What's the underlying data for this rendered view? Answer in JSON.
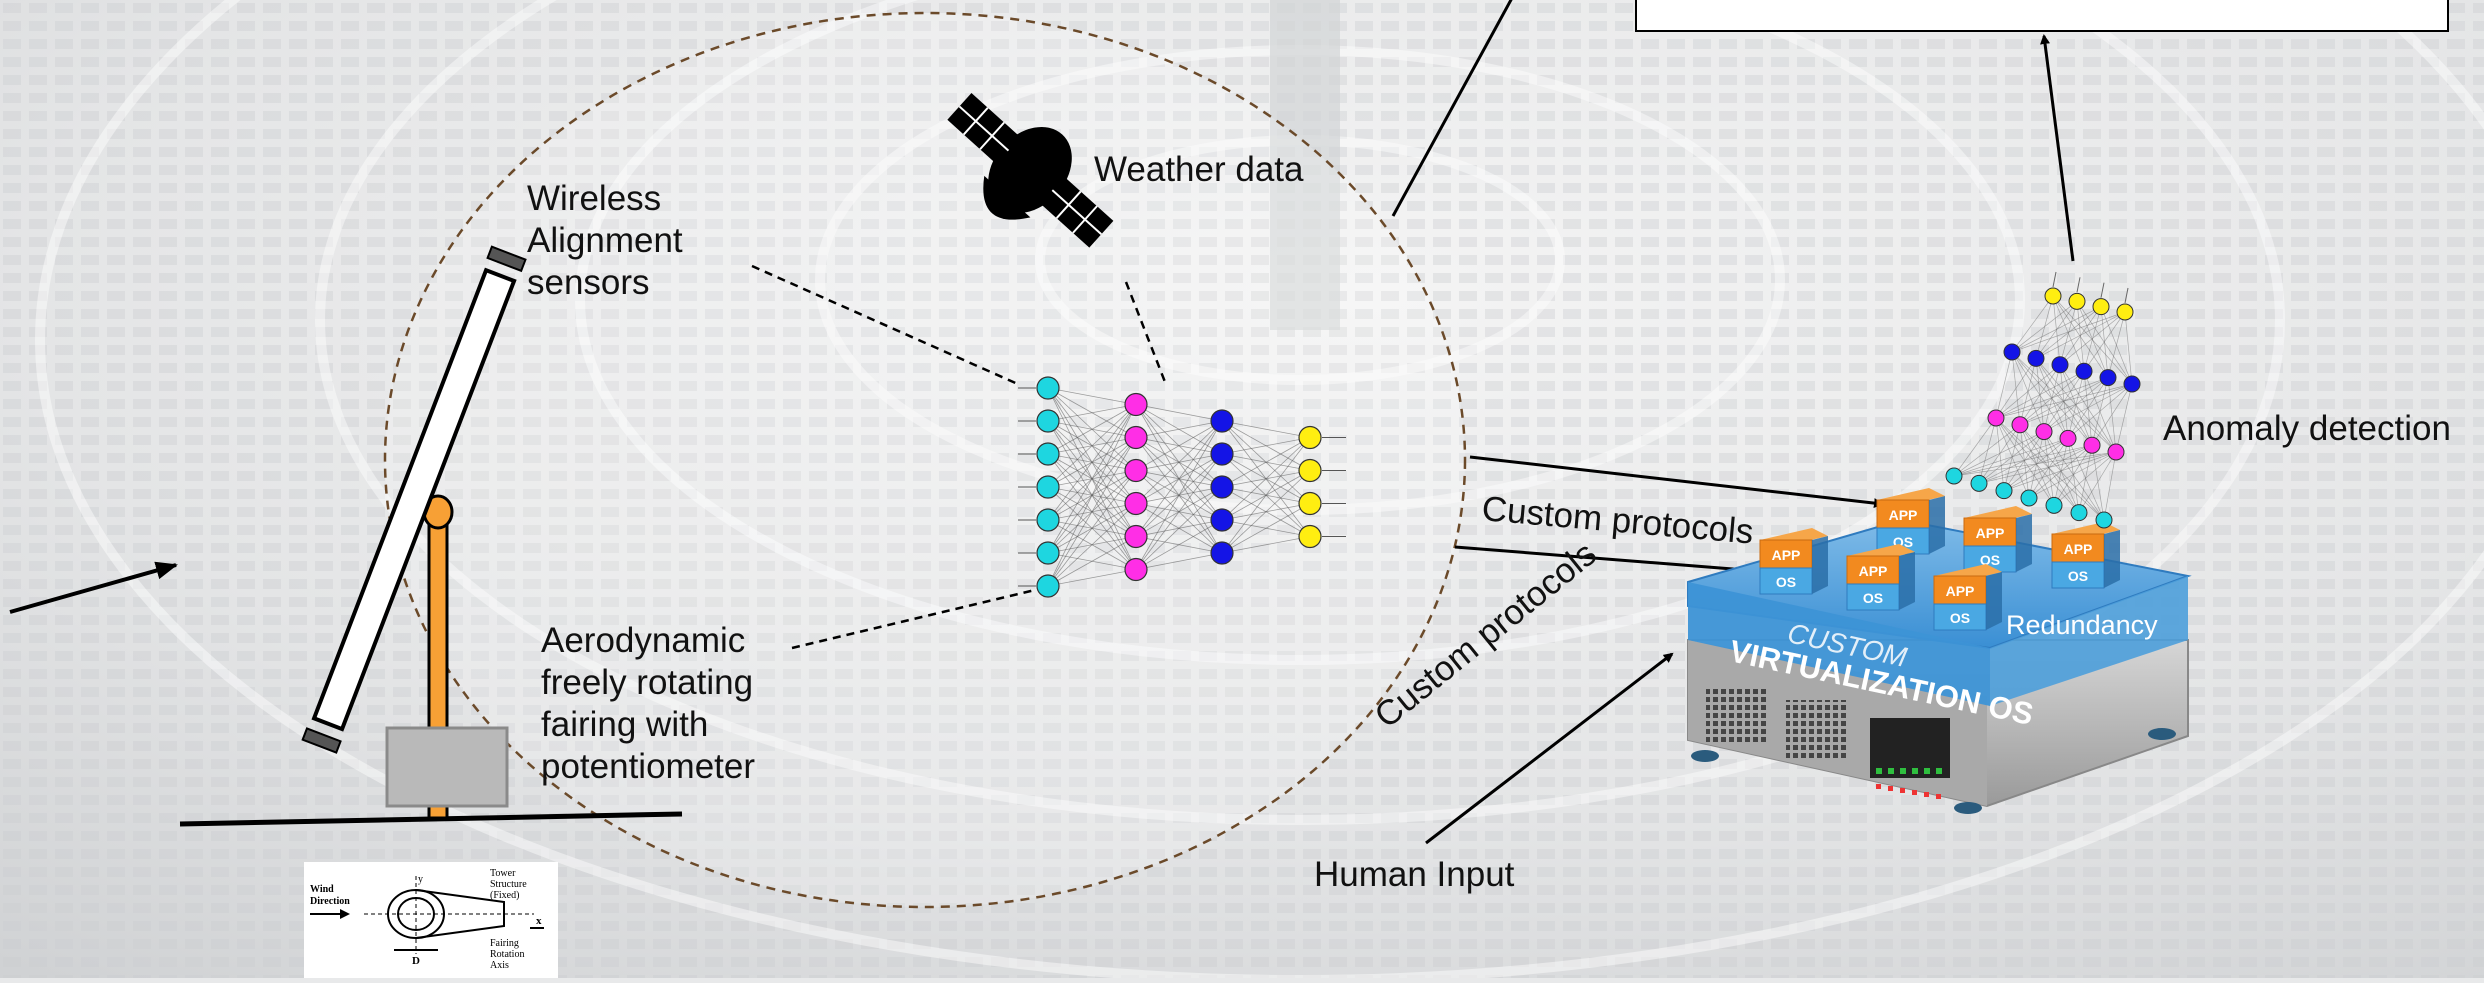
{
  "labels": {
    "wireless": [
      "Wireless",
      "Alignment",
      "sensors"
    ],
    "weather": "Weather data",
    "aero": [
      "Aerodynamic",
      "freely rotating",
      "fairing with",
      "potentiometer"
    ],
    "custom_protocols_top": "Custom protocols",
    "custom_protocols_diag": "Custom protocols",
    "human_input": "Human Input",
    "anomaly": "Anomaly detection",
    "redundancy": "Redundancy",
    "custom": "CUSTOM",
    "virt_os": "VIRTUALIZATION OS",
    "app": "APP",
    "os": "OS"
  },
  "inset": {
    "wind_direction": [
      "Wind",
      "Direction"
    ],
    "tower": [
      "Tower",
      "Structure",
      "(Fixed)"
    ],
    "fairing_axis": [
      "Fairing",
      "Rotation",
      "Axis"
    ],
    "d": "D",
    "x": "x",
    "y": "y"
  },
  "colors": {
    "input_nodes": "#1ed6e0",
    "hidden1_nodes": "#ff2ee6",
    "hidden2_nodes": "#1414e6",
    "output_nodes": "#ffee11",
    "pole": "#f7a035",
    "server_blue": "#3d94d6",
    "app_orange": "#f28a1f",
    "circle_dash": "#6b4a2a"
  },
  "network_small": {
    "layers": [
      7,
      6,
      5,
      4
    ]
  },
  "network_tall": {
    "layers": [
      7,
      6,
      6,
      4
    ]
  }
}
